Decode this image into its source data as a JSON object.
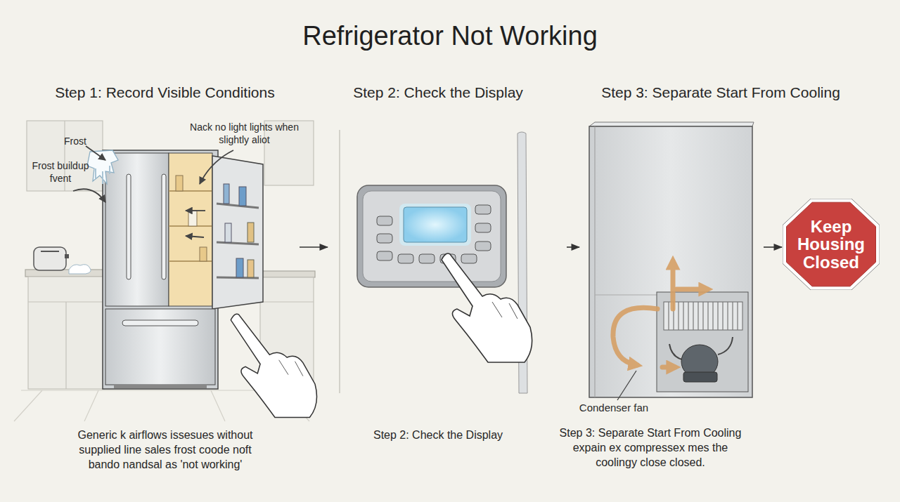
{
  "diagram": {
    "title": "Refrigerator Not Working",
    "nodes": [
      {
        "text": [
          "Step 1: Record Visible Conditions",
          "Generic k airflows issesues without supplied line sales frost coode noft bando nandsal as 'not working'"
        ]
      },
      {
        "text": [
          "Step 2: Check the Display",
          "Step 2: Check the Display"
        ]
      },
      {
        "text": [
          "Step 3: Separate Start From Cooling",
          "Step 3: Separate Start From Cooling expain ex compressex mes the coolingy close closed."
        ]
      },
      {
        "text": [
          "Keep Housing Closed"
        ]
      }
    ],
    "edges": [
      {
        "from": 0,
        "to": 1,
        "arrow": "to"
      },
      {
        "from": 1,
        "to": 2,
        "arrow": "to"
      },
      {
        "from": 2,
        "to": 3,
        "arrow": "to"
      }
    ],
    "labels": [
      "Frost",
      "Nack no light lights when slightly aliot",
      "Frost buildup fvent",
      "Condenser fan"
    ]
  }
}
